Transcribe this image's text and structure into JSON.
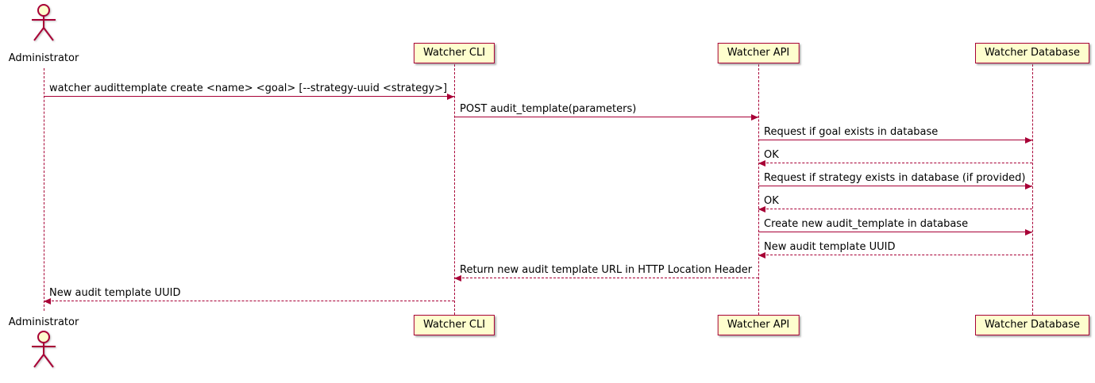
{
  "diagram": {
    "type": "sequence",
    "colors": {
      "accent": "#A80036",
      "participant_fill": "#FEFECE",
      "background": "#FFFFFF",
      "text": "#000000"
    },
    "participants": [
      {
        "id": "admin",
        "label": "Administrator",
        "kind": "actor"
      },
      {
        "id": "cli",
        "label": "Watcher CLI",
        "kind": "participant"
      },
      {
        "id": "api",
        "label": "Watcher API",
        "kind": "participant"
      },
      {
        "id": "db",
        "label": "Watcher Database",
        "kind": "participant"
      }
    ],
    "messages": [
      {
        "from": "admin",
        "to": "cli",
        "style": "solid",
        "label": "watcher audittemplate create <name> <goal> [--strategy-uuid <strategy>]"
      },
      {
        "from": "cli",
        "to": "api",
        "style": "solid",
        "label": "POST audit_template(parameters)"
      },
      {
        "from": "api",
        "to": "db",
        "style": "solid",
        "label": "Request if goal exists in database"
      },
      {
        "from": "db",
        "to": "api",
        "style": "dashed",
        "label": "OK"
      },
      {
        "from": "api",
        "to": "db",
        "style": "solid",
        "label": "Request if strategy exists in database (if provided)"
      },
      {
        "from": "db",
        "to": "api",
        "style": "dashed",
        "label": "OK"
      },
      {
        "from": "api",
        "to": "db",
        "style": "solid",
        "label": "Create new audit_template in database"
      },
      {
        "from": "db",
        "to": "api",
        "style": "dashed",
        "label": "New audit template UUID"
      },
      {
        "from": "api",
        "to": "cli",
        "style": "dashed",
        "label": "Return new audit template URL in HTTP Location Header"
      },
      {
        "from": "cli",
        "to": "admin",
        "style": "dashed",
        "label": "New audit template UUID"
      }
    ]
  }
}
